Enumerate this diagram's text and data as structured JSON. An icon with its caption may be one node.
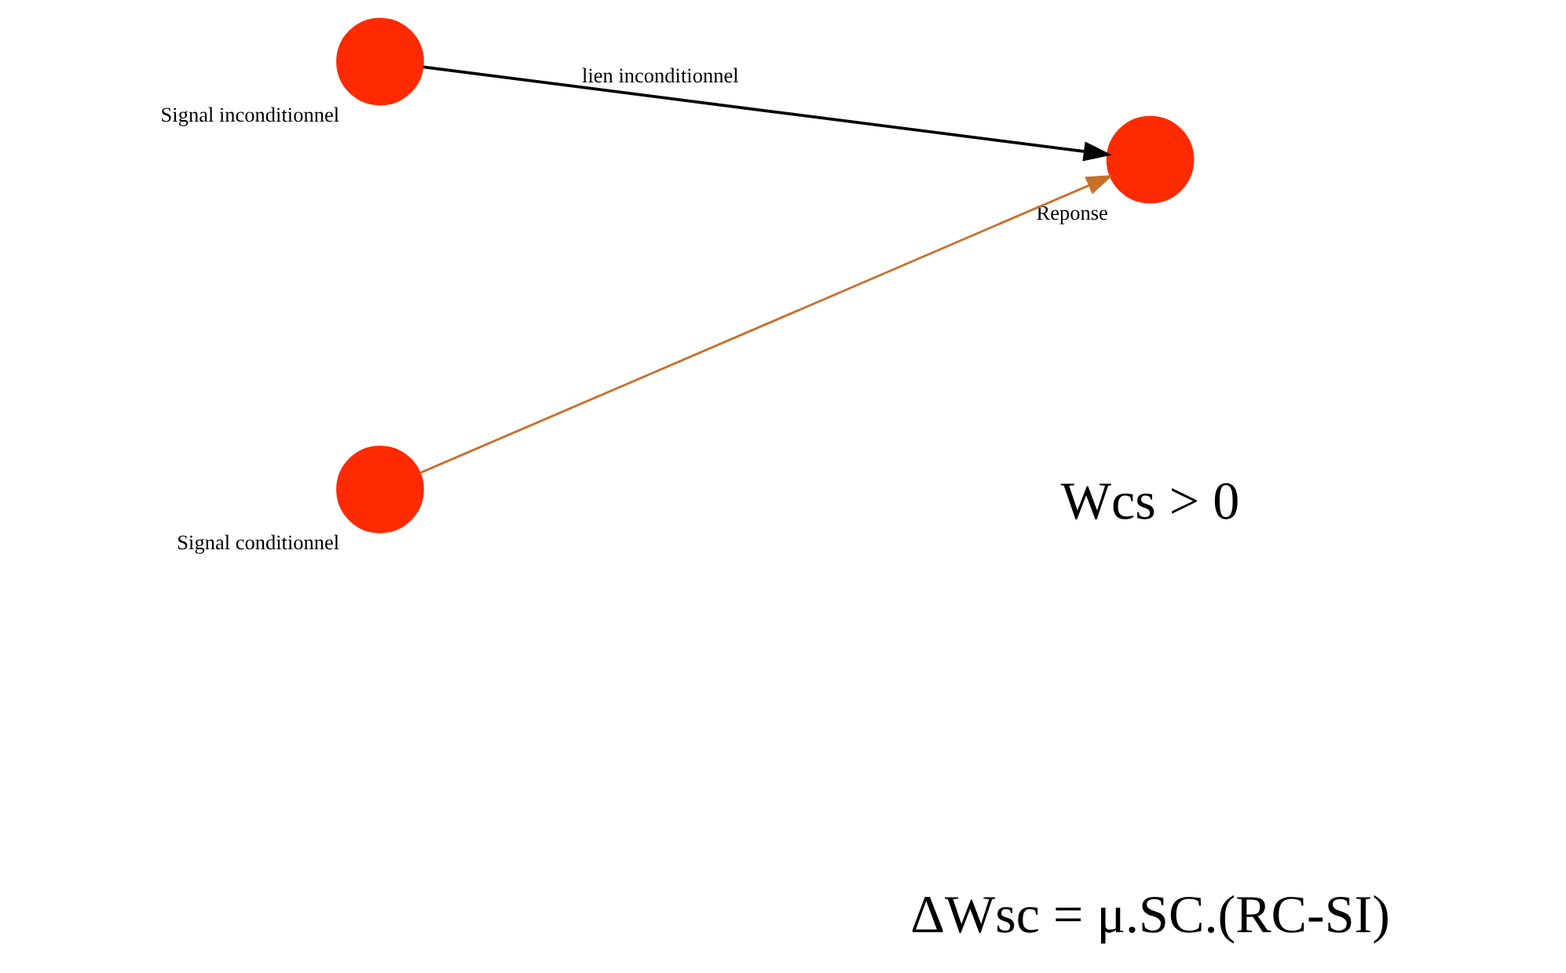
{
  "diagram": {
    "nodes": [
      {
        "text": [
          "Signal inconditionnel"
        ]
      },
      {
        "text": [],
        "beside": [
          "Reponse"
        ],
        "shape": "circle"
      },
      {
        "text": [
          "Signal conditionnel"
        ]
      }
    ],
    "edges": [
      {
        "from": 0,
        "to": 1,
        "arrow": "to",
        "label": "lien inconditionnel"
      },
      {
        "from": 2,
        "to": 1,
        "arrow": "to",
        "color": "#c8702c"
      }
    ],
    "labels": [
      "Wcs > 0",
      "ΔWsc = μ.SC.(RC-SI)"
    ]
  }
}
